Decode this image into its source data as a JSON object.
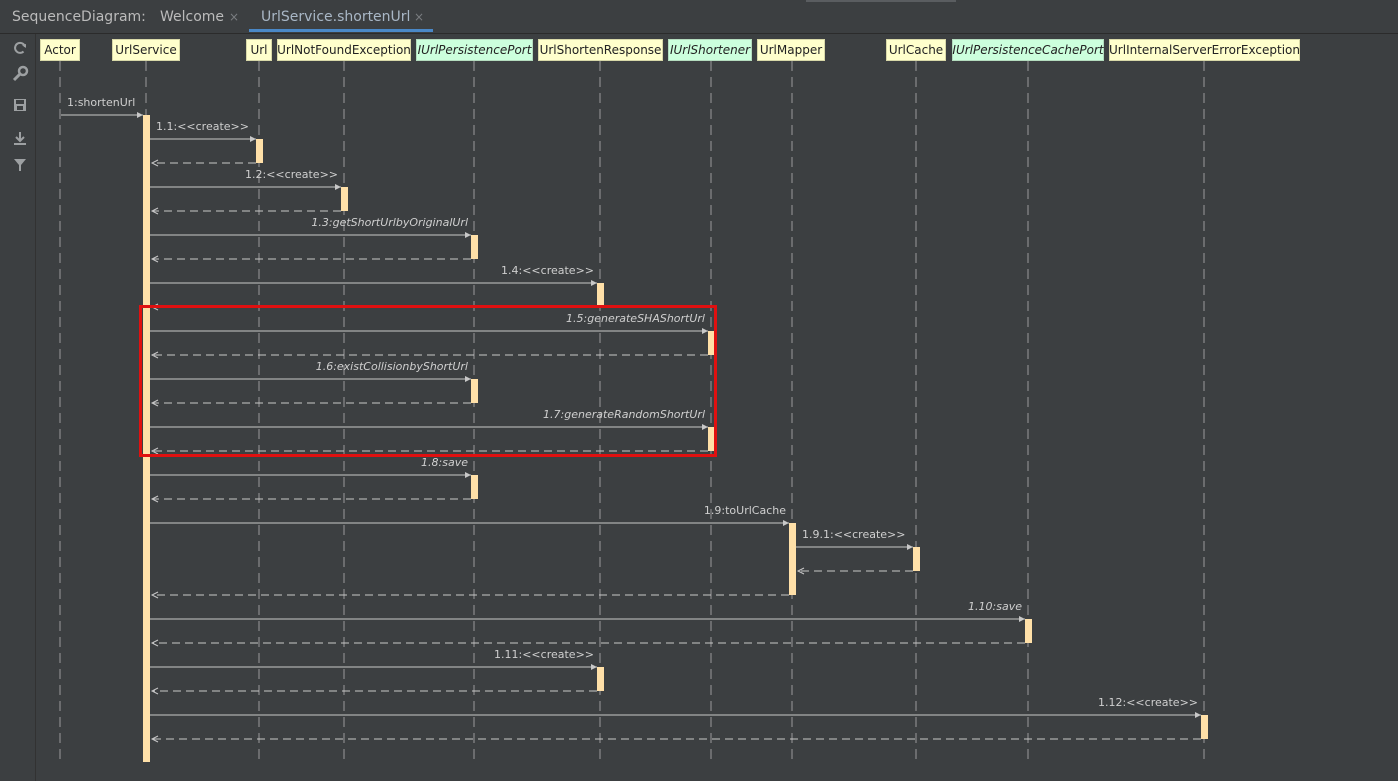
{
  "tabbar": {
    "title": "SequenceDiagram:",
    "tabs": [
      {
        "label": "Welcome",
        "close": "×"
      },
      {
        "label": "UrlService.shortenUrl",
        "close": "×"
      }
    ]
  },
  "toolbar": {
    "buttons": [
      "refresh-icon",
      "wrench-icon",
      "save-icon",
      "export-icon",
      "filter-icon"
    ]
  },
  "colors": {
    "background": "#3c3f41",
    "class_box": "#ffffcc",
    "interface_box": "#ccffdd",
    "activation": "#ffe0a8",
    "highlight": "#e01010",
    "arrow": "#c8c8c8"
  },
  "participants": [
    {
      "name": "Actor",
      "kind": "class"
    },
    {
      "name": "UrlService",
      "kind": "class"
    },
    {
      "name": "Url",
      "kind": "class"
    },
    {
      "name": "UrlNotFoundException",
      "kind": "class"
    },
    {
      "name": "IUrlPersistencePort",
      "kind": "interface"
    },
    {
      "name": "UrlShortenResponse",
      "kind": "class"
    },
    {
      "name": "IUrlShortener",
      "kind": "interface"
    },
    {
      "name": "UrlMapper",
      "kind": "class"
    },
    {
      "name": "UrlCache",
      "kind": "class"
    },
    {
      "name": "IUrlPersistenceCachePort",
      "kind": "interface"
    },
    {
      "name": "UrlInternalServerErrorException",
      "kind": "class"
    }
  ],
  "messages": [
    {
      "label": "1:shortenUrl",
      "from": "Actor",
      "to": "UrlService",
      "italic": false
    },
    {
      "label": "1.1:<<create>>",
      "from": "UrlService",
      "to": "Url",
      "italic": false
    },
    {
      "label": "1.2:<<create>>",
      "from": "UrlService",
      "to": "UrlNotFoundException",
      "italic": false
    },
    {
      "label": "1.3:getShortUrlbyOriginalUrl",
      "from": "UrlService",
      "to": "IUrlPersistencePort",
      "italic": true
    },
    {
      "label": "1.4:<<create>>",
      "from": "UrlService",
      "to": "UrlShortenResponse",
      "italic": false
    },
    {
      "label": "1.5:generateSHAShortUrl",
      "from": "UrlService",
      "to": "IUrlShortener",
      "italic": true
    },
    {
      "label": "1.6:existCollisionbyShortUrl",
      "from": "UrlService",
      "to": "IUrlPersistencePort",
      "italic": true
    },
    {
      "label": "1.7:generateRandomShortUrl",
      "from": "UrlService",
      "to": "IUrlShortener",
      "italic": true
    },
    {
      "label": "1.8:save",
      "from": "UrlService",
      "to": "IUrlPersistencePort",
      "italic": true
    },
    {
      "label": "1.9:toUrlCache",
      "from": "UrlService",
      "to": "UrlMapper",
      "italic": false
    },
    {
      "label": "1.9.1:<<create>>",
      "from": "UrlMapper",
      "to": "UrlCache",
      "italic": false
    },
    {
      "label": "1.10:save",
      "from": "UrlService",
      "to": "IUrlPersistenceCachePort",
      "italic": true
    },
    {
      "label": "1.11:<<create>>",
      "from": "UrlService",
      "to": "UrlShortenResponse",
      "italic": false
    },
    {
      "label": "1.12:<<create>>",
      "from": "UrlService",
      "to": "UrlInternalServerErrorException",
      "italic": false
    }
  ],
  "highlighted_messages": [
    "1.5:generateSHAShortUrl",
    "1.6:existCollisionbyShortUrl",
    "1.7:generateRandomShortUrl"
  ]
}
